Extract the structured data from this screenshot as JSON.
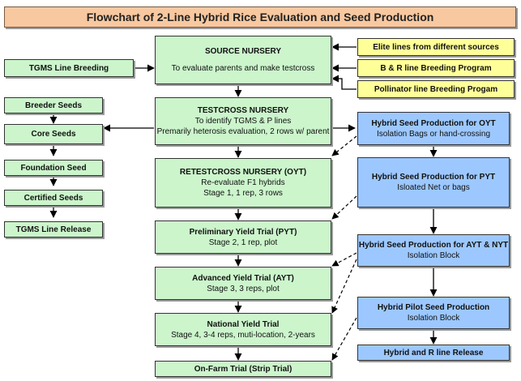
{
  "title": "Flowchart of 2-Line Hybrid Rice Evaluation and Seed Production",
  "main": {
    "source": {
      "title": "SOURCE NURSERY",
      "line1": "To evaluate parents and make testcross"
    },
    "testcross": {
      "title": "TESTCROSS NURSERY",
      "line1": "To identify TGMS & P lines",
      "line2": "Premarily heterosis evaluation, 2 rows w/ parent"
    },
    "oyt": {
      "title": "RETESTCROSS NURSERY (OYT)",
      "line1": "Re-evaluate F1 hybrids",
      "line2": "Stage 1, 1 rep, 3 rows"
    },
    "pyt": {
      "title": "Preliminary Yield Trial (PYT)",
      "line1": "Stage 2, 1 rep, plot"
    },
    "ayt": {
      "title": "Advanced Yield Trial (AYT)",
      "line1": "Stage 3, 3 reps, plot"
    },
    "nyt": {
      "title": "National Yield Trial",
      "line1": "Stage 4, 3-4 reps, muti-location, 2-years"
    },
    "onfarm": {
      "title": "On-Farm Trial (Strip Trial)"
    }
  },
  "sources": {
    "elite": "Elite lines from different sources",
    "br": "B & R line Breeding Program",
    "pollinator": "Pollinator line Breeding Progam"
  },
  "tgms": {
    "breeding": "TGMS Line Breeding",
    "breeder": "Breeder Seeds",
    "core": "Core Seeds",
    "foundation": "Foundation Seed",
    "certified": "Certified Seeds",
    "release": "TGMS Line Release"
  },
  "hybrid": {
    "oyt": {
      "title": "Hybrid Seed Production for OYT",
      "line1": "Isolation Bags or hand-crossing"
    },
    "pyt": {
      "title": "Hybrid Seed Production for PYT",
      "line1": "Isloated Net or bags"
    },
    "aytnyt": {
      "title": "Hybrid Seed Production for AYT & NYT",
      "line1": "Isolation Block"
    },
    "pilot": {
      "title": "Hybrid Pilot Seed Production",
      "line1": "Isolation Block"
    },
    "release": "Hybrid and R line Release"
  },
  "colors": {
    "title_fill": "#f8c8a0",
    "main_fill": "#ccf5cc",
    "tgms_fill": "#ccf5cc",
    "hybrid_fill": "#9cc8ff",
    "source_fill": "#ffff99"
  }
}
